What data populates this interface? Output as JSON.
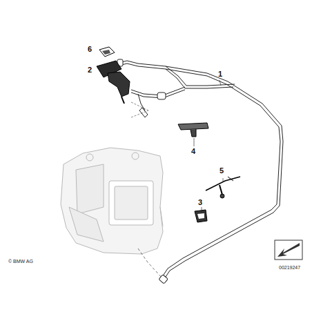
{
  "diagram": {
    "labels": [
      "6",
      "2",
      "1",
      "4",
      "5",
      "3",
      "© BMW AG",
      "00219247"
    ]
  }
}
